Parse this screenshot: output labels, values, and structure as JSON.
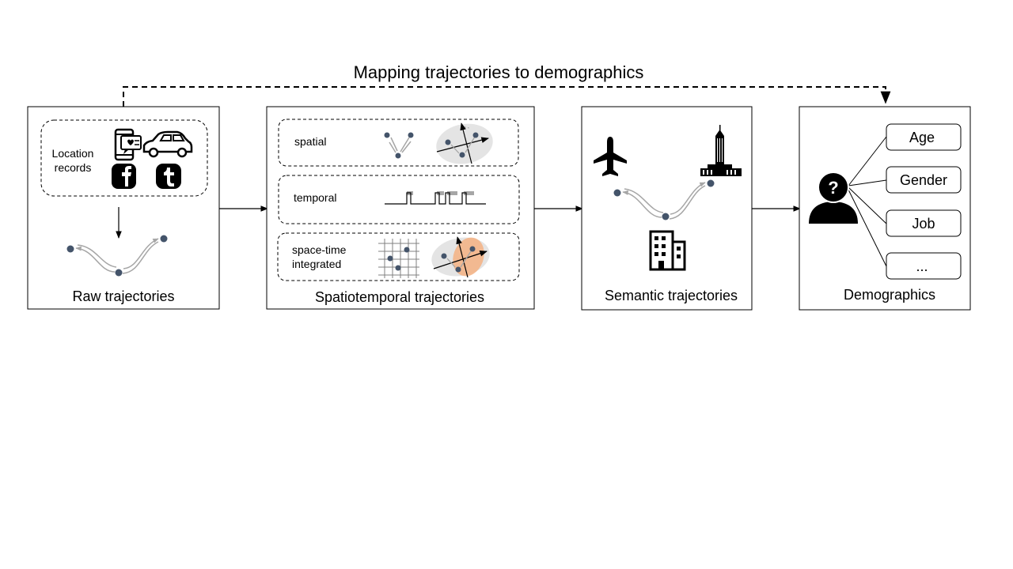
{
  "title": "Mapping trajectories to demographics",
  "panels": {
    "raw": {
      "caption": "Raw trajectories",
      "location_line1": "Location",
      "location_line2": "records"
    },
    "spatiotemporal": {
      "caption": "Spatiotemporal trajectories",
      "spatial": "spatial",
      "temporal": "temporal",
      "spacetime_line1": "space-time",
      "spacetime_line2": "integrated"
    },
    "semantic": {
      "caption": "Semantic trajectories"
    },
    "demographics": {
      "caption": "Demographics",
      "attributes": [
        "Age",
        "Gender",
        "Job",
        "..."
      ]
    }
  },
  "colors": {
    "point": "#44546a",
    "arrow_gray": "#a6a6a6",
    "ellipse_gray": "#d9d9d9",
    "ellipse_orange": "#f4b183",
    "icon": "#000000"
  },
  "icons": [
    "phone-icon",
    "car-icon",
    "facebook-icon",
    "tumblr-icon",
    "airplane-icon",
    "tower-icon",
    "office-building-icon",
    "person-question-icon"
  ]
}
